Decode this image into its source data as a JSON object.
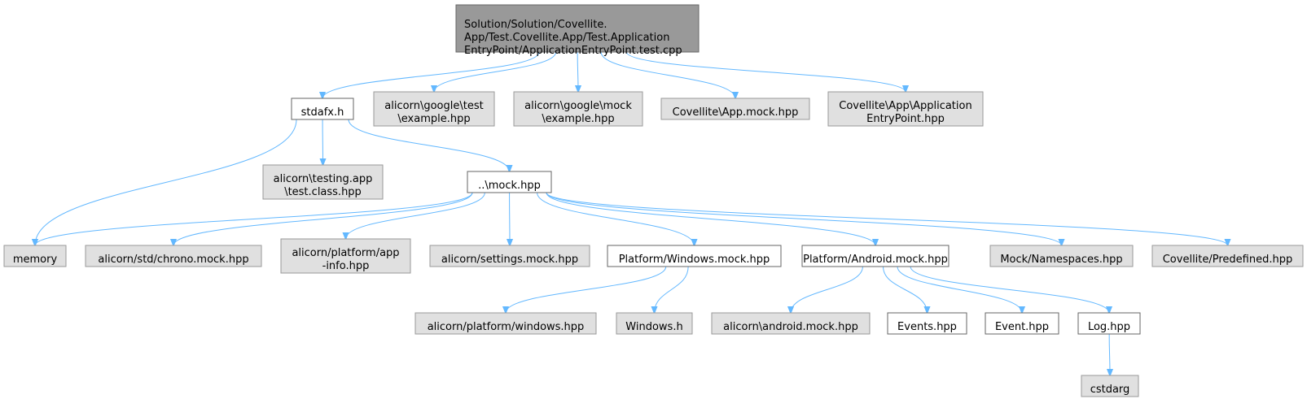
{
  "diagram": {
    "nodes": [
      {
        "id": "root",
        "kind": "root",
        "lines": [
          "Solution/Solution/Covellite.",
          "App/Test.Covellite.App/Test.Application",
          "EntryPoint/ApplicationEntryPoint.test.cpp"
        ]
      },
      {
        "id": "stdafx",
        "kind": "file",
        "lines": [
          "stdafx.h"
        ]
      },
      {
        "id": "gtest",
        "kind": "sys",
        "lines": [
          "alicorn\\google\\test",
          "\\example.hpp"
        ]
      },
      {
        "id": "gmock",
        "kind": "sys",
        "lines": [
          "alicorn\\google\\mock",
          "\\example.hpp"
        ]
      },
      {
        "id": "appmock",
        "kind": "sys",
        "lines": [
          "Covellite\\App.mock.hpp"
        ]
      },
      {
        "id": "appentry",
        "kind": "sys",
        "lines": [
          "Covellite\\App\\Application",
          "EntryPoint.hpp"
        ]
      },
      {
        "id": "testingapp",
        "kind": "sys",
        "lines": [
          "alicorn\\testing.app",
          "\\test.class.hpp"
        ]
      },
      {
        "id": "mockhpp",
        "kind": "file",
        "lines": [
          "..\\mock.hpp"
        ]
      },
      {
        "id": "memory",
        "kind": "sys",
        "lines": [
          "memory"
        ]
      },
      {
        "id": "chrono",
        "kind": "sys",
        "lines": [
          "alicorn/std/chrono.mock.hpp"
        ]
      },
      {
        "id": "appinfo",
        "kind": "sys",
        "lines": [
          "alicorn/platform/app",
          "-info.hpp"
        ]
      },
      {
        "id": "settings",
        "kind": "sys",
        "lines": [
          "alicorn/settings.mock.hpp"
        ]
      },
      {
        "id": "winmock",
        "kind": "file",
        "lines": [
          "Platform/Windows.mock.hpp"
        ]
      },
      {
        "id": "andmock",
        "kind": "file",
        "lines": [
          "Platform/Android.mock.hpp"
        ]
      },
      {
        "id": "namespaces",
        "kind": "sys",
        "lines": [
          "Mock/Namespaces.hpp"
        ]
      },
      {
        "id": "predefined",
        "kind": "sys",
        "lines": [
          "Covellite/Predefined.hpp"
        ]
      },
      {
        "id": "platwin",
        "kind": "sys",
        "lines": [
          "alicorn/platform/windows.hpp"
        ]
      },
      {
        "id": "windowsh",
        "kind": "sys",
        "lines": [
          "Windows.h"
        ]
      },
      {
        "id": "andalicorn",
        "kind": "sys",
        "lines": [
          "alicorn\\android.mock.hpp"
        ]
      },
      {
        "id": "events",
        "kind": "file",
        "lines": [
          "Events.hpp"
        ]
      },
      {
        "id": "event",
        "kind": "file",
        "lines": [
          "Event.hpp"
        ]
      },
      {
        "id": "log",
        "kind": "file",
        "lines": [
          "Log.hpp"
        ]
      },
      {
        "id": "cstdarg",
        "kind": "sys",
        "lines": [
          "cstdarg"
        ]
      }
    ],
    "edges": [
      {
        "from": "root",
        "to": "stdafx"
      },
      {
        "from": "root",
        "to": "gtest"
      },
      {
        "from": "root",
        "to": "gmock"
      },
      {
        "from": "root",
        "to": "appmock"
      },
      {
        "from": "root",
        "to": "appentry"
      },
      {
        "from": "stdafx",
        "to": "testingapp"
      },
      {
        "from": "stdafx",
        "to": "mockhpp"
      },
      {
        "from": "stdafx",
        "to": "memory"
      },
      {
        "from": "mockhpp",
        "to": "memory"
      },
      {
        "from": "mockhpp",
        "to": "chrono"
      },
      {
        "from": "mockhpp",
        "to": "appinfo"
      },
      {
        "from": "mockhpp",
        "to": "settings"
      },
      {
        "from": "mockhpp",
        "to": "winmock"
      },
      {
        "from": "mockhpp",
        "to": "andmock"
      },
      {
        "from": "mockhpp",
        "to": "namespaces"
      },
      {
        "from": "mockhpp",
        "to": "predefined"
      },
      {
        "from": "winmock",
        "to": "platwin"
      },
      {
        "from": "winmock",
        "to": "windowsh"
      },
      {
        "from": "andmock",
        "to": "andalicorn"
      },
      {
        "from": "andmock",
        "to": "events"
      },
      {
        "from": "andmock",
        "to": "event"
      },
      {
        "from": "andmock",
        "to": "log"
      },
      {
        "from": "log",
        "to": "cstdarg"
      }
    ]
  },
  "colors": {
    "root_fill": "#999999",
    "system_fill": "#e0e0e0",
    "file_fill": "#ffffff",
    "edge": "#63b8ff"
  }
}
